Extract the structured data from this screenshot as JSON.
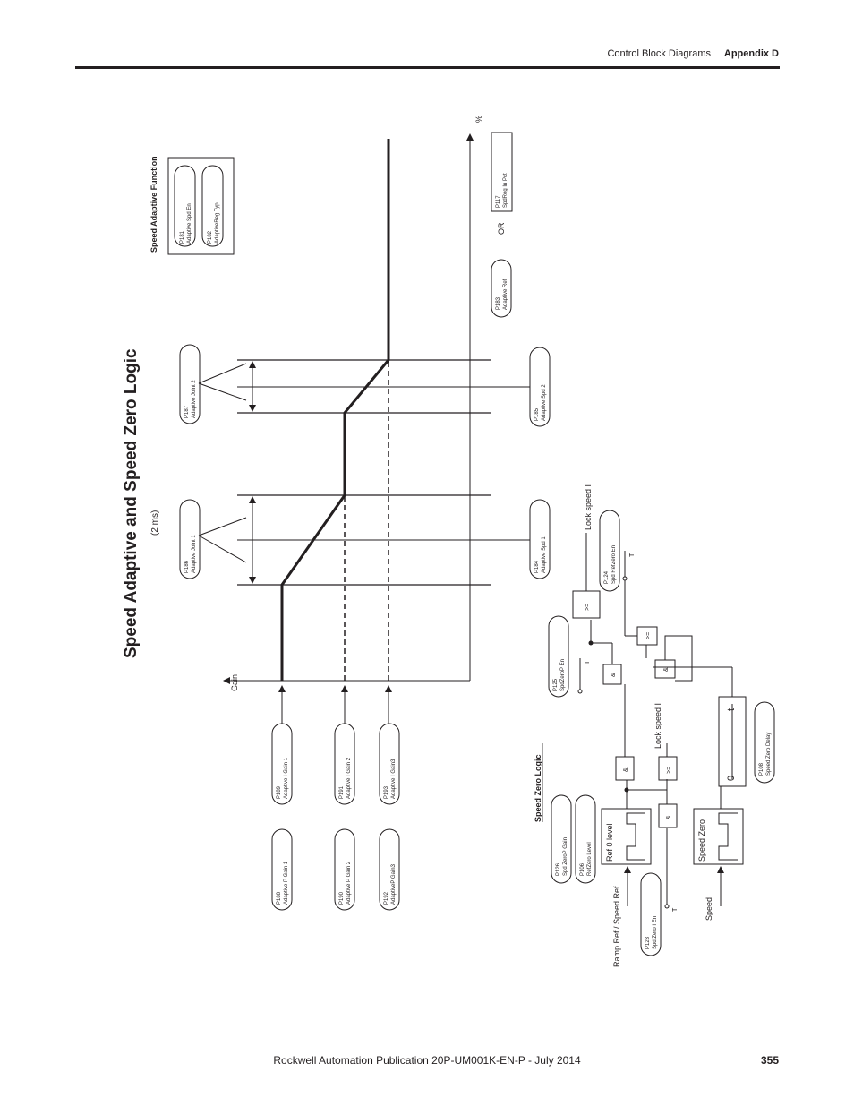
{
  "header": {
    "section": "Control Block Diagrams",
    "appendix": "Appendix D"
  },
  "footer": {
    "publication": "Rockwell Automation Publication 20P-UM001K-EN-P - July 2014",
    "page": "355"
  },
  "diagram": {
    "title": "Speed Adaptive and Speed Zero Logic",
    "subtitle": "(2 ms)",
    "axes": {
      "x_label": "%",
      "y_label": "Gain"
    },
    "adaptive_function": {
      "heading": "Speed Adaptive Function",
      "params": [
        {
          "num": "P181",
          "name": "Adaptive Spd En"
        },
        {
          "num": "P182",
          "name": "AdaptiveReg Typ"
        }
      ]
    },
    "reference_select": {
      "left": {
        "num": "P183",
        "name": "Adaptive Ref"
      },
      "or": "OR",
      "right": {
        "num": "P117",
        "name": "SpdReg In Pct"
      }
    },
    "joints": [
      {
        "num": "P186",
        "name": "Adaptive Joint 1"
      },
      {
        "num": "P187",
        "name": "Adaptive Joint 2"
      }
    ],
    "speeds": [
      {
        "num": "P184",
        "name": "Adaptive Spd 1"
      },
      {
        "num": "P185",
        "name": "Adaptive Spd 2"
      }
    ],
    "gains_i": [
      {
        "num": "P189",
        "name": "Adaptive I Gain 1"
      },
      {
        "num": "P191",
        "name": "Adaptive I Gain 2"
      },
      {
        "num": "P193",
        "name": "Adaptive I Gain3"
      }
    ],
    "gains_p": [
      {
        "num": "P188",
        "name": "Adaptive P Gain 1"
      },
      {
        "num": "P190",
        "name": "Adaptive P Gain 2"
      },
      {
        "num": "P192",
        "name": "AdaptiveP Gain3"
      }
    ],
    "zero_logic": {
      "heading": "Speed Zero Logic",
      "params": {
        "p126": {
          "num": "P126",
          "name": "Spd ZeroP Gain"
        },
        "p106": {
          "num": "P106",
          "name": "RefZero Level"
        },
        "p123": {
          "num": "P123",
          "name": "Spd Zero I En"
        },
        "p125": {
          "num": "P125",
          "name": "SpdZeroP En"
        },
        "p124": {
          "num": "P124",
          "name": "Spd RefZero En"
        },
        "p108": {
          "num": "P108",
          "name": "Speed Zero Delay"
        }
      },
      "labels": {
        "ramp_ref": "Ramp Ref / Speed Ref",
        "speed": "Speed",
        "ref0": "Ref 0 level",
        "speed_zero": "Speed Zero",
        "lock_speed_i": "Lock speed I",
        "lock_speed_i_top": "Lock speed I",
        "and": "&",
        "ge": ">=",
        "gte_vert": ">=",
        "t": "T",
        "zero": "0",
        "tsym": "t"
      }
    }
  }
}
